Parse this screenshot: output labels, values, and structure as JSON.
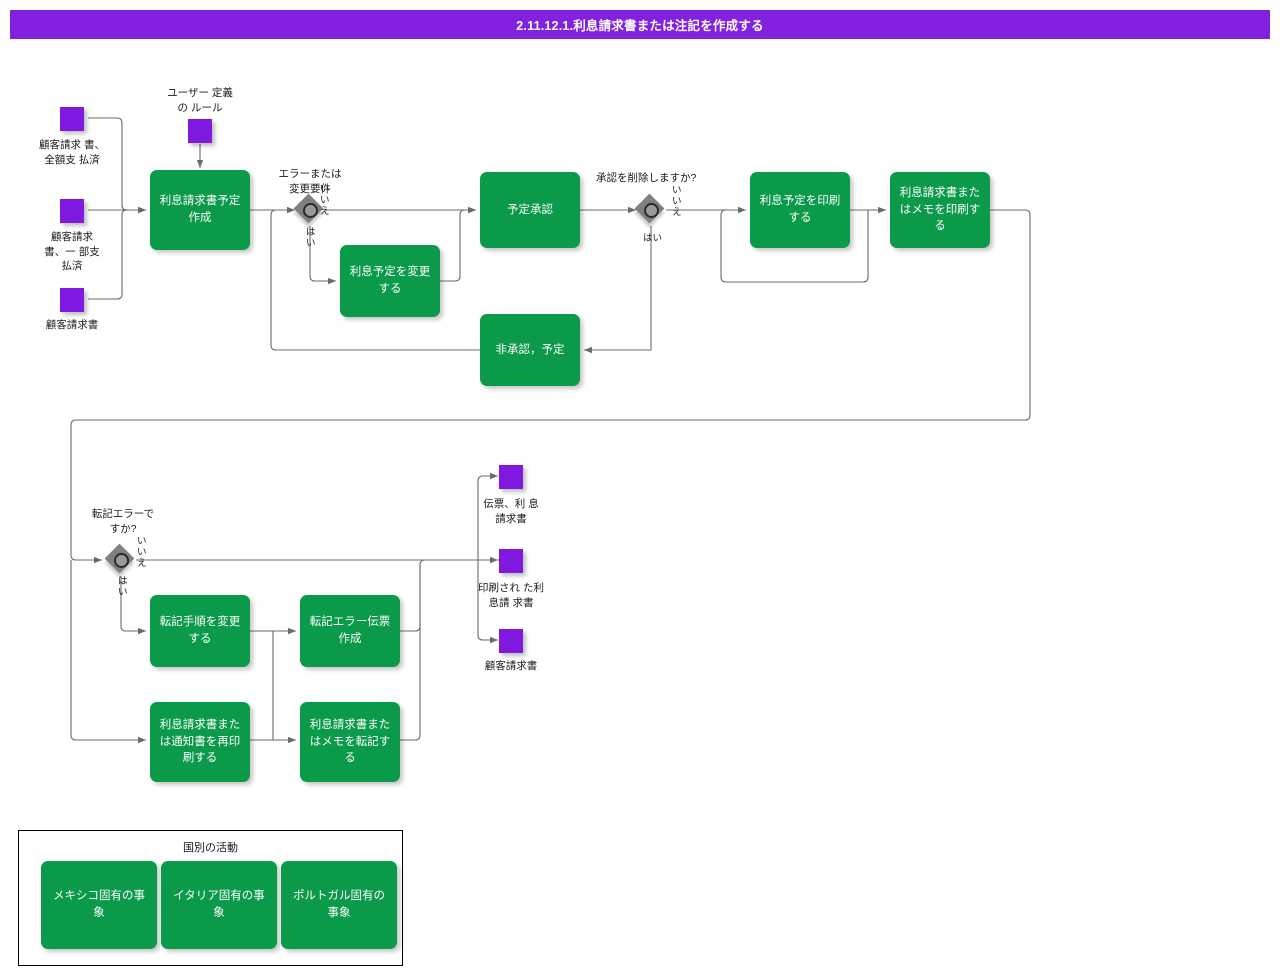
{
  "header": {
    "title": "2.11.12.1.利息請求書または注記を作成する",
    "bar_color": "#8222de"
  },
  "palette": {
    "activity_green": "#0a9a4a",
    "artifact_purple": "#8019e0",
    "decision_gray": "#808080",
    "connector": "#595959",
    "text_dark": "#1a1a1a"
  },
  "artifacts": {
    "customer_invoice_paid_full": "顧客請求 書、\n全額支 払済",
    "customer_invoice_partial": "顧客請求\n書、一 部支\n払済",
    "customer_invoice": "顧客請求書",
    "user_defined_rules": "ユーザー 定義\nの ルール",
    "voucher_interest_invoice": "伝票、利 息\n請求書",
    "printed_interest_invoice": "印刷され た利\n息請 求書",
    "customer_invoice_out": "顧客請求書"
  },
  "activities": {
    "create_interest_invoice_schedule": "利息請求書予定作成",
    "change_interest_schedule": "利息予定を変更する",
    "approve_schedule": "予定承認",
    "unapproved_schedule": "非承認，予定",
    "print_interest_schedule": "利息予定を印刷する",
    "print_interest_invoice_or_memo": "利息請求書またはメモを印刷する",
    "change_posting_procedure": "転記手順を変更する",
    "create_posting_error_voucher": "転記エラー伝票作成",
    "reprint_interest_invoice_or_notice": "利息請求書または通知書を再印刷する",
    "post_interest_invoice_or_memo": "利息請求書またはメモを転記する"
  },
  "decisions": {
    "error_or_change": {
      "question": "エラーまたは\n変更要件",
      "yes": "はい",
      "no": "いいえ"
    },
    "remove_approval": {
      "question": "承認を削除しますか?",
      "yes": "はい",
      "no": "いいえ"
    },
    "posting_error": {
      "question": "転記エラーで\nすか?",
      "yes": "はい",
      "no": "いいえ"
    }
  },
  "legend": {
    "title": "国別の活動",
    "items": [
      {
        "label": "メキシコ固有の事象"
      },
      {
        "label": "イタリア固有の事象"
      },
      {
        "label": "ポルトガル固有の事象"
      }
    ]
  }
}
